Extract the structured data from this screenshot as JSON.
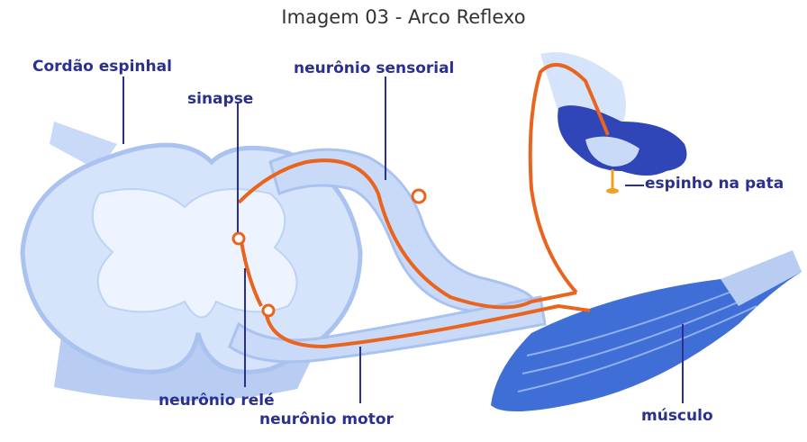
{
  "caption": "Imagem 03 - Arco Reflexo",
  "labels": {
    "spinal_cord": "Cordão espinhal",
    "synapse": "sinapse",
    "sensory_neuron": "neurônio sensorial",
    "thorn": "espinho na pata",
    "relay_neuron": "neurônio relé",
    "motor_neuron": "neurônio motor",
    "muscle": "músculo"
  },
  "colors": {
    "tissue_light": "#d6e4fb",
    "tissue_mid": "#a9c2f0",
    "grey_matter": "#eef4ff",
    "nerve": "#e8641f",
    "label": "#2b2f8f",
    "muscle": "#3f6fd6",
    "thorn": "#f0a020"
  }
}
